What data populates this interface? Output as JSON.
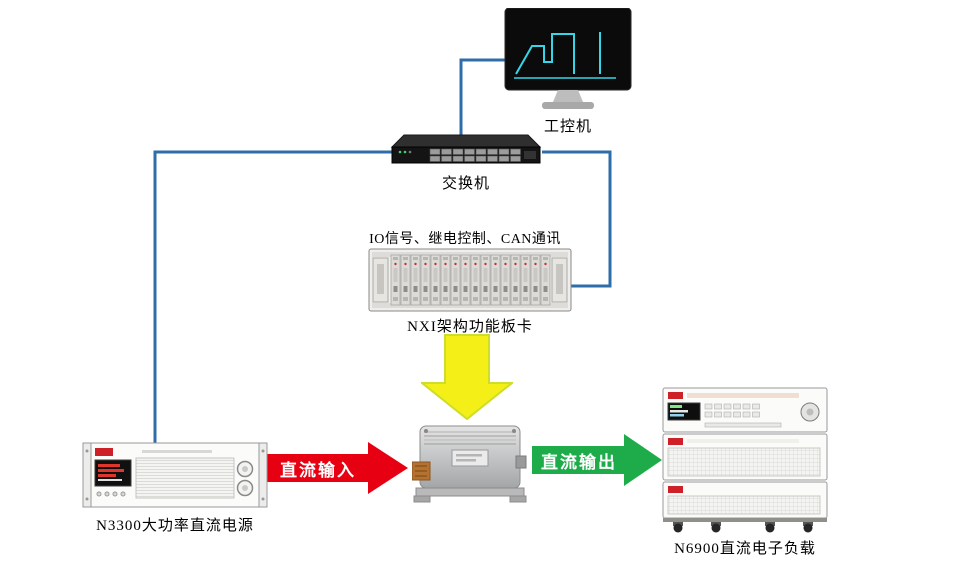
{
  "colors": {
    "cable": "#2e6da8",
    "dc_in": "#e60012",
    "dc_out": "#1eac4b",
    "control": "#f3ef17"
  },
  "nodes": {
    "pc": {
      "label": "工控机"
    },
    "switch": {
      "label": "交换机"
    },
    "nxi": {
      "label": "NXI架构功能板卡",
      "caption": "IO信号、继电控制、CAN通讯"
    },
    "psu": {
      "label": "N3300大功率直流电源"
    },
    "load": {
      "label": "N6900直流电子负载"
    }
  },
  "arrows": {
    "dc_in": {
      "label": "直流输入"
    },
    "dc_out": {
      "label": "直流输出"
    }
  }
}
